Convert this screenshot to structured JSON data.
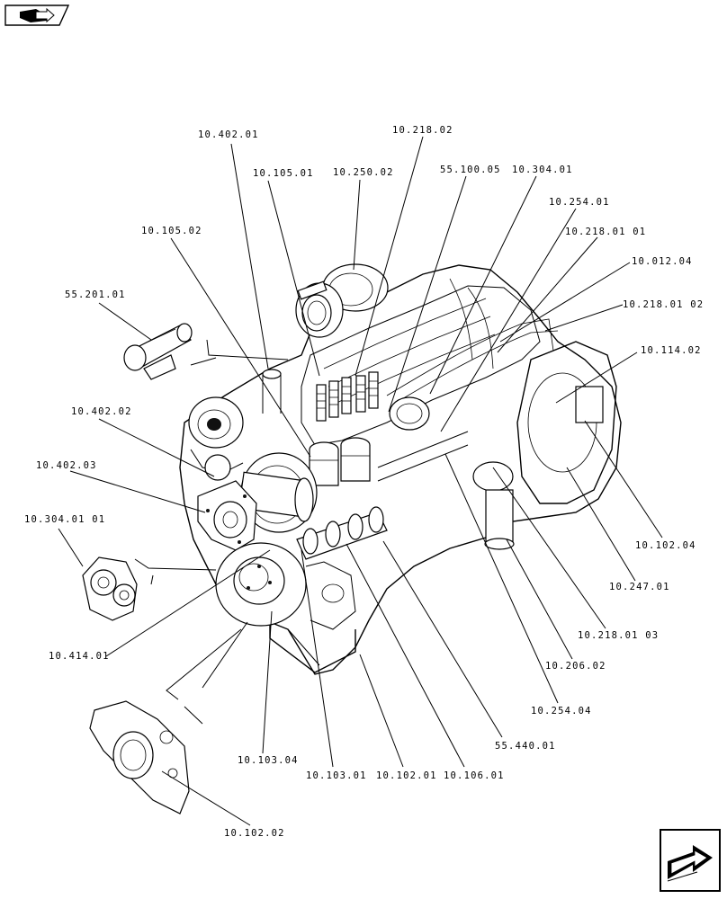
{
  "icons": {
    "top_left": "book-arrow-icon",
    "bottom_right": "next-page-arrow-icon"
  },
  "callouts": {
    "c_10_402_01": "10.402.01",
    "c_10_218_02": "10.218.02",
    "c_10_105_01": "10.105.01",
    "c_10_250_02": "10.250.02",
    "c_55_100_05": "55.100.05",
    "c_10_304_01": "10.304.01",
    "c_10_254_01": "10.254.01",
    "c_10_105_02": "10.105.02",
    "c_10_218_01_01": "10.218.01 01",
    "c_10_012_04": "10.012.04",
    "c_55_201_01": "55.201.01",
    "c_10_218_01_02": "10.218.01 02",
    "c_10_114_02": "10.114.02",
    "c_10_402_02": "10.402.02",
    "c_10_402_03": "10.402.03",
    "c_10_304_01_01": "10.304.01 01",
    "c_10_102_04": "10.102.04",
    "c_10_247_01": "10.247.01",
    "c_10_414_01": "10.414.01",
    "c_10_218_01_03": "10.218.01 03",
    "c_10_206_02": "10.206.02",
    "c_10_254_04": "10.254.04",
    "c_55_440_01": "55.440.01",
    "c_10_103_04": "10.103.04",
    "c_10_103_01": "10.103.01",
    "c_10_102_01": "10.102.01",
    "c_10_106_01": "10.106.01",
    "c_10_102_02": "10.102.02"
  }
}
